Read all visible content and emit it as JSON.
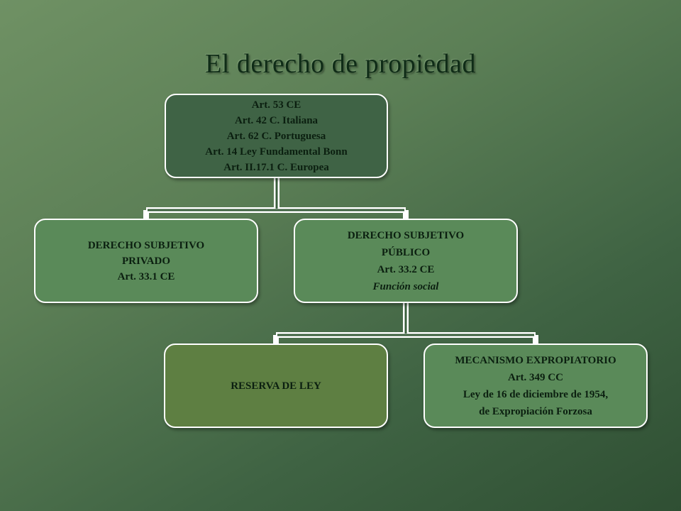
{
  "title": "El derecho de propiedad",
  "colors": {
    "root_fill": "#3f6345",
    "green_fill": "#5a8a59",
    "olive_fill": "#5e7f42",
    "outline": "#ffffff",
    "text": "#0b1f10",
    "title_text": "#0f2c17"
  },
  "nodes": {
    "root": {
      "lines": [
        "Art. 53 CE",
        "Art. 42 C. Italiana",
        "Art. 62 C. Portuguesa",
        "Art. 14 Ley Fundamental Bonn",
        "Art. II.17.1 C. Europea"
      ]
    },
    "private": {
      "lines": [
        "DERECHO SUBJETIVO",
        "PRIVADO",
        "Art. 33.1 CE"
      ]
    },
    "public": {
      "lines": [
        "DERECHO SUBJETIVO",
        "PÚBLICO",
        "Art. 33.2 CE",
        "Función social"
      ]
    },
    "reserve": {
      "lines": [
        "RESERVA DE LEY"
      ]
    },
    "expropriation": {
      "lines": [
        "MECANISMO EXPROPIATORIO",
        "Art. 349 CC",
        "Ley de 16 de diciembre de 1954,",
        "de Expropiación Forzosa"
      ]
    }
  }
}
